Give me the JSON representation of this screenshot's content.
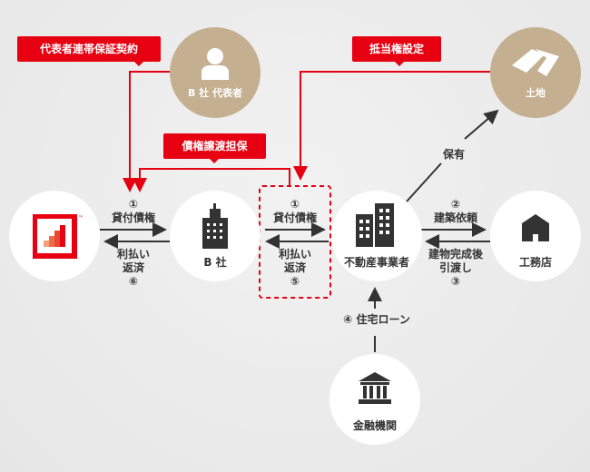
{
  "tags": {
    "guarantee": "代表者連帯保証契約",
    "mortgage": "抵当権設定",
    "assignment": "債権譲渡担保"
  },
  "nodes": {
    "representative": "B 社 代表者",
    "land": "土地",
    "company_b": "B 社",
    "developer": "不動産事業者",
    "builder": "工務店",
    "bank": "金融機関",
    "logo_tm": "™"
  },
  "flows": {
    "loan1_num": "①",
    "loan1": "貸付債権",
    "repay6_a": "利払い",
    "repay6_b": "返済",
    "repay6_num": "⑥",
    "loan2_num": "①",
    "loan2": "貸付債権",
    "repay5_a": "利払い",
    "repay5_b": "返済",
    "repay5_num": "⑤",
    "build_num": "②",
    "build": "建築依頼",
    "handover_a": "建物完成後",
    "handover_b": "引渡し",
    "handover_num": "③",
    "own": "保有",
    "mortgage_loan": "④ 住宅ローン"
  },
  "colors": {
    "accent": "#e60012",
    "brown": "#c4b091",
    "dark": "#333333"
  }
}
